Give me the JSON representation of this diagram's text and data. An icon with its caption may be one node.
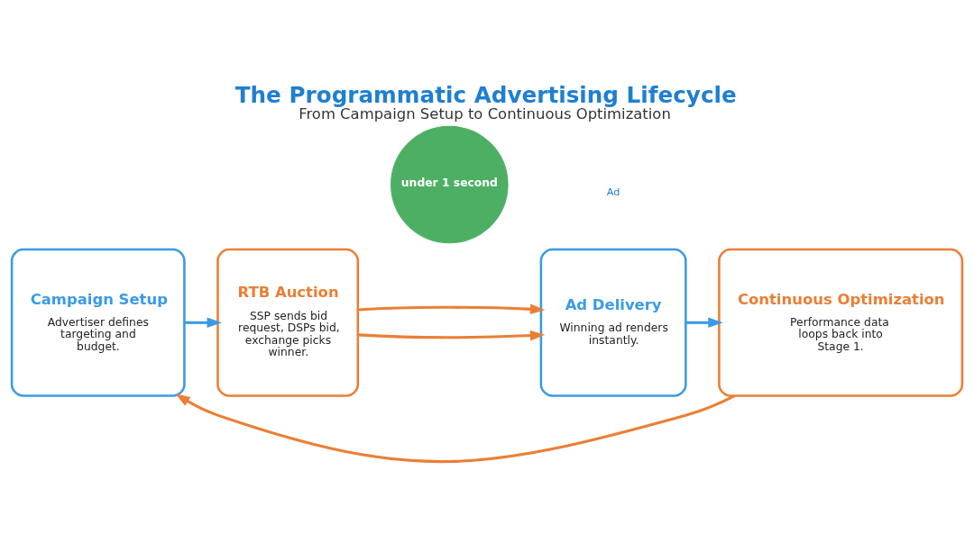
{
  "diagram": {
    "title": "The Programmatic Advertising Lifecycle",
    "caption": "From Campaign Setup to Continuous Optimization",
    "nodes": [
      {
        "text": [
          "Campaign Setup",
          "Advertiser defines targeting and budget."
        ]
      },
      {
        "text": [
          "RTB Auction",
          "SSP sends bid request, DSPs bid, exchange picks winner."
        ]
      },
      {
        "text": [
          "under 1 second"
        ]
      },
      {
        "text": [
          "Ad Delivery",
          "Winning ad renders instantly."
        ]
      },
      {
        "text": [
          "Continuous Optimization",
          "Performance data loops back into Stage 1."
        ]
      }
    ],
    "edges": [
      {
        "from": 0,
        "to": 1,
        "arrow": "to",
        "color": "#3a9be6"
      },
      {
        "from": 1,
        "to": 3,
        "arrow": "to",
        "color": "#ea7f35"
      },
      {
        "from": 1,
        "to": 3,
        "arrow": "to",
        "color": "#ea7f35"
      },
      {
        "from": 3,
        "to": 4,
        "arrow": "to",
        "color": "#3a9be6"
      },
      {
        "from": 4,
        "to": 0,
        "arrow": "to",
        "color": "#ea7f35"
      }
    ],
    "labels": [
      "Ad"
    ]
  }
}
